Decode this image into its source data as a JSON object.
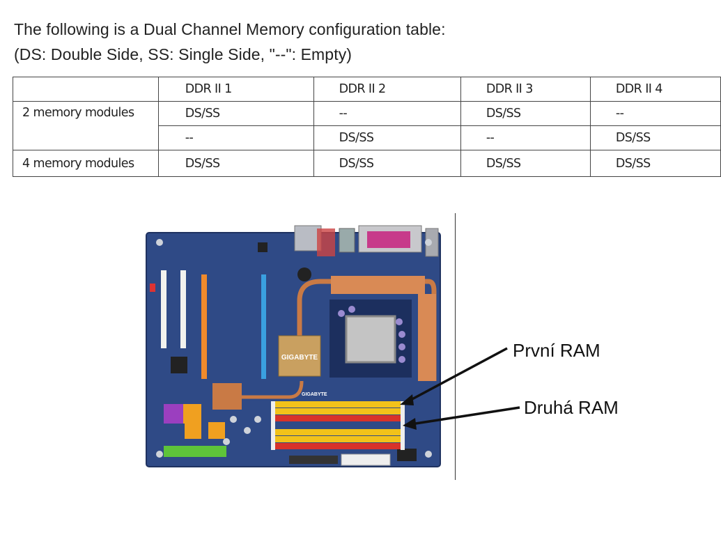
{
  "intro": {
    "line1": "The following is a Dual Channel Memory configuration table:",
    "line2": "(DS: Double Side, SS: Single Side, \"--\": Empty)"
  },
  "table": {
    "headers": [
      "",
      "DDR II 1",
      "DDR II 2",
      "DDR II 3",
      "DDR II 4"
    ],
    "rows": [
      {
        "label": "2 memory modules",
        "cells": [
          "DS/SS",
          "--",
          "DS/SS",
          "--"
        ]
      },
      {
        "label": "",
        "cells": [
          "--",
          "DS/SS",
          "--",
          "DS/SS"
        ]
      },
      {
        "label": "4 memory modules",
        "cells": [
          "DS/SS",
          "DS/SS",
          "DS/SS",
          "DS/SS"
        ]
      }
    ]
  },
  "motherboard": {
    "brand_chip": "GIGABYTE",
    "brand_print": "GIGABYTE"
  },
  "callouts": {
    "first": "První RAM",
    "second": "Druhá RAM"
  },
  "colors": {
    "pcb": "#2f4a86",
    "slot_yellow": "#f2c21a",
    "slot_red": "#d8322a",
    "heatpipe": "#c97a45"
  }
}
